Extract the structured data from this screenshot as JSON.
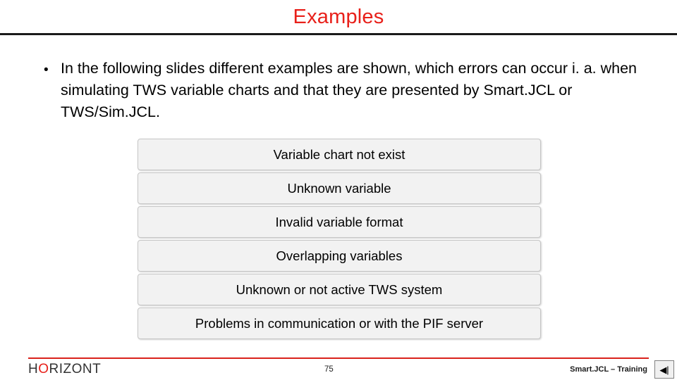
{
  "slide": {
    "title": "Examples",
    "bullet_marker": "•",
    "body_text": "In the following slides different examples are shown, which errors can occur i. a. when simulating TWS variable charts and that they are presented by Smart.JCL or TWS/Sim.JCL.",
    "boxes": [
      "Variable chart not exist",
      "Unknown variable",
      "Invalid variable format",
      "Overlapping variables",
      "Unknown or not active TWS system",
      "Problems in communication or with the PIF server"
    ],
    "footer": {
      "logo_prefix": "H",
      "logo_accent": "O",
      "logo_suffix": "RIZONT",
      "page_number": "75",
      "right_text": "Smart.JCL – Training",
      "nav_glyph": "◀|"
    },
    "colors": {
      "title": "#e8201a",
      "accent": "#d9221c",
      "box_fill": "#f2f2f2",
      "box_border": "#c6c6c6"
    }
  }
}
